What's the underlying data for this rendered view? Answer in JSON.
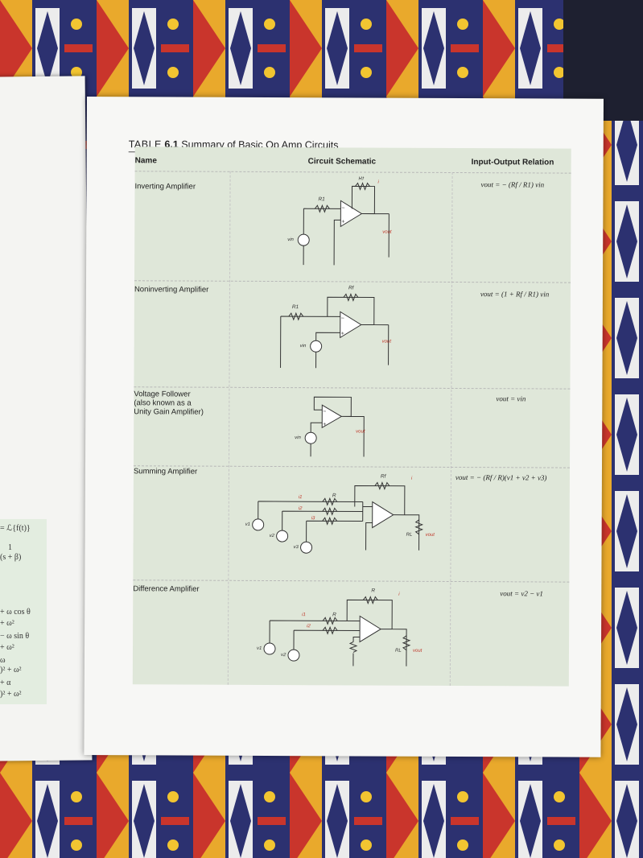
{
  "table": {
    "label": "TABLE",
    "number": "6.1",
    "title": "Summary of Basic Op Amp Circuits",
    "headers": {
      "name": "Name",
      "schematic": "Circuit Schematic",
      "relation": "Input-Output Relation"
    },
    "rows": [
      {
        "name": "Inverting Amplifier",
        "relation": "vout = − (Rf / R1) vin"
      },
      {
        "name": "Noninverting Amplifier",
        "relation": "vout = (1 + Rf / R1) vin"
      },
      {
        "name_lines": [
          "Voltage Follower",
          "(also known as a",
          "Unity Gain Amplifier)"
        ],
        "relation": "vout = vin"
      },
      {
        "name": "Summing Amplifier",
        "relation": "vout = − (Rf / R)(v1 + v2 + v3)"
      },
      {
        "name": "Difference Amplifier",
        "relation": "vout = v2 − v1"
      }
    ]
  },
  "schematic_labels": {
    "rf": "Rf",
    "r1": "R1",
    "r": "R",
    "rl": "RL",
    "vin": "vin",
    "vout": "vout",
    "v1": "v1",
    "v2": "v2",
    "v3": "v3",
    "i": "i",
    "i1": "i1",
    "i2": "i2",
    "i3": "i3"
  },
  "left_page_fragments": [
    "= ℒ{f(t)}",
    "1",
    "(s + β)",
    "+ ω cos θ",
    "+ ω²",
    "− ω sin θ",
    "+ ω²",
    "ω",
    ")² + ω²",
    "+ α",
    ")² + ω²"
  ],
  "colors": {
    "table_bg": "#dfe7d9",
    "page": "#f7f7f5",
    "accent_red": "#c0392b",
    "ink": "#222222"
  }
}
